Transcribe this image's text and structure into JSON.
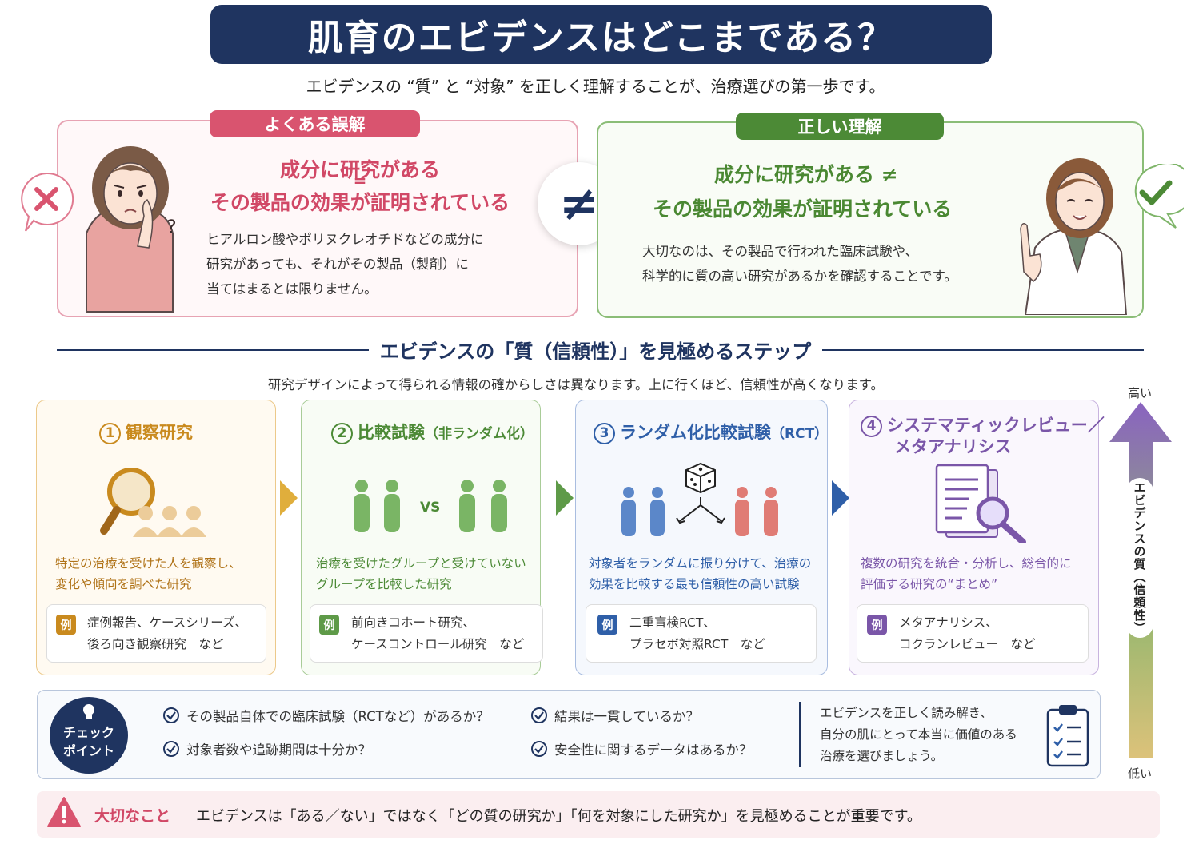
{
  "title": "肌育のエビデンスはどこまである？",
  "subtitle": "エビデンスの “質” と “対象” を正しく理解することが、治療選びの第一歩です。",
  "misconception": {
    "label": "よくある誤解",
    "line1": "成分に研究がある",
    "equals": "=",
    "line2": "その製品の効果が証明されている",
    "text": [
      "ヒアルロン酸やポリヌクレオチドなどの成分に",
      "研究があっても、それがその製品（製剤）に",
      "当てはまるとは限りません。"
    ]
  },
  "neq_symbol": "≠",
  "correct": {
    "label": "正しい理解",
    "line1": "成分に研究がある  ≠",
    "line2": "その製品の効果が証明されている",
    "text": [
      "大切なのは、その製品で行われた臨床試験や、",
      "科学的に質の高い研究があるかを確認することです。"
    ]
  },
  "section": {
    "title": "エビデンスの「質（信頼性）」を見極めるステップ",
    "subtitle": "研究デザインによって得られる情報の確からしさは異なります。上に行くほど、信頼性が高くなります。"
  },
  "steps": [
    {
      "num": "1",
      "title": "観察研究",
      "title_sub": "",
      "desc": [
        "特定の治療を受けた人を観察し、",
        "変化や傾向を調べた研究"
      ],
      "badge": "例",
      "examples": [
        "症例報告、ケースシリーズ、",
        "後ろ向き観察研究　など"
      ]
    },
    {
      "num": "2",
      "title": "比較試験",
      "title_sub": "（非ランダム化）",
      "vs": "VS",
      "desc": [
        "治療を受けたグループと受けていない",
        "グループを比較した研究"
      ],
      "badge": "例",
      "examples": [
        "前向きコホート研究、",
        "ケースコントロール研究　など"
      ]
    },
    {
      "num": "3",
      "title": "ランダム化比較試験",
      "title_sub": "（RCT）",
      "desc": [
        "対象者をランダムに振り分けて、治療の",
        "効果を比較する最も信頼性の高い試験"
      ],
      "badge": "例",
      "examples": [
        "二重盲検RCT、",
        "プラセボ対照RCT　など"
      ]
    },
    {
      "num": "4",
      "title": "システマティックレビュー／",
      "title2": "メタアナリシス",
      "desc": [
        "複数の研究を統合・分析し、総合的に",
        "評価する研究の“まとめ”"
      ],
      "badge": "例",
      "examples": [
        "メタアナリシス、",
        "コクランレビュー　など"
      ]
    }
  ],
  "scale": {
    "high": "高い",
    "low": "低い",
    "label": "エビデンスの質（信頼性）"
  },
  "check": {
    "label": [
      "チェック",
      "ポイント"
    ],
    "items": [
      "その製品自体での臨床試験（RCTなど）があるか？",
      "結果は一貫しているか？",
      "対象者数や追跡期間は十分か？",
      "安全性に関するデータはあるか？"
    ],
    "note": [
      "エビデンスを正しく読み解き、",
      "自分の肌にとって本当に価値のある",
      "治療を選びましょう。"
    ]
  },
  "important": {
    "label": "大切なこと",
    "text": "エビデンスは「ある／ない」ではなく「どの質の研究か」「何を対象にした研究か」を見極めることが重要です。"
  },
  "colors": {
    "navy": "#1f3460",
    "pink": "#d9546f",
    "green": "#4c8a36",
    "step1": "#c98a1e",
    "step2": "#5e9a48",
    "step3": "#2f5fa8",
    "step4": "#7a56a8"
  }
}
